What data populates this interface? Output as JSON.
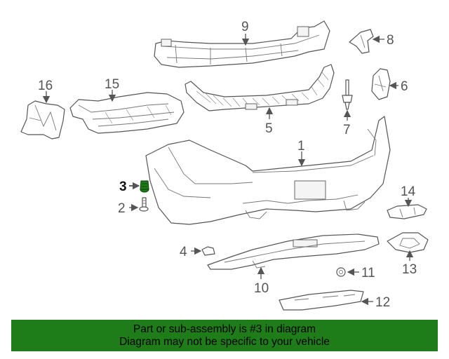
{
  "diagram": {
    "highlighted_part": "3",
    "highlight_color": "#1e7d18",
    "callouts": [
      "1",
      "2",
      "3",
      "4",
      "5",
      "6",
      "7",
      "8",
      "9",
      "10",
      "11",
      "12",
      "13",
      "14",
      "15",
      "16"
    ]
  },
  "banner": {
    "line1": "Part or sub-assembly is #3 in diagram",
    "line2": "Diagram may not be specific to your vehicle",
    "background": "#1e7d18"
  }
}
